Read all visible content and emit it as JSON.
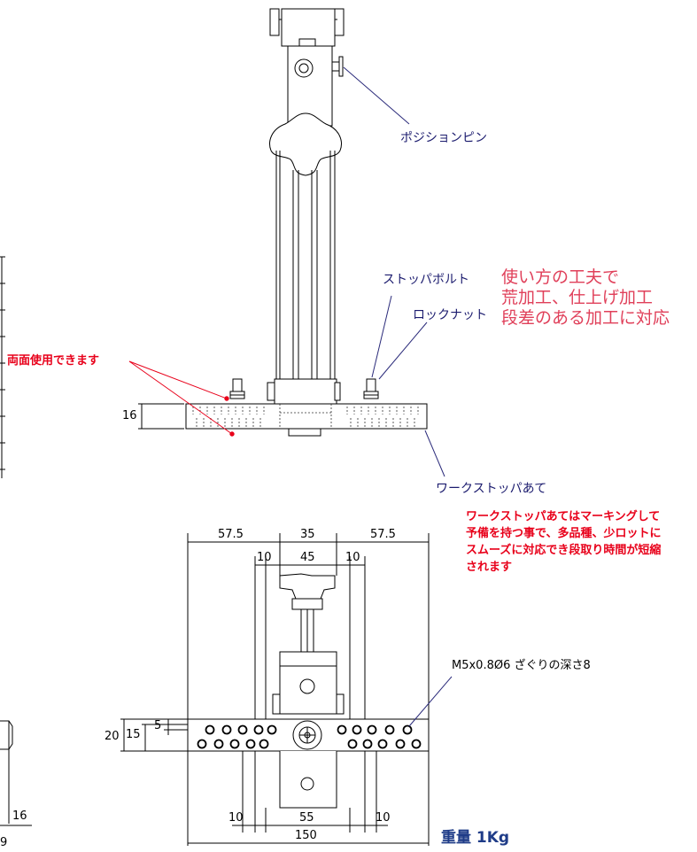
{
  "callouts": {
    "position_pin": "ポジションピン",
    "stopper_bolt": "ストッパボルト",
    "lock_nut": "ロックナット",
    "work_stopper": "ワークストッパあて",
    "both_sides": "両面使用できます",
    "counterbore_spec": "M5x0.8Ø6 ざぐりの深さ8"
  },
  "tips": {
    "lines": [
      "使い方の工夫で",
      "荒加工、仕上げ加工",
      "段差のある加工に対応"
    ]
  },
  "note": {
    "lines": [
      "ワークストッパあてはマーキングして",
      "予備を持つ事で、多品種、少ロットに",
      "スムーズに対応でき段取り時間が短縮",
      "されます"
    ]
  },
  "dimensions": {
    "side_thickness": "16",
    "top_left": "57.5",
    "top_center": "35",
    "top_right": "57.5",
    "inner_left": "10",
    "inner_center": "45",
    "inner_right": "10",
    "height_20": "20",
    "height_15": "15",
    "height_5": "5",
    "bottom_left": "10",
    "bottom_center": "55",
    "bottom_right": "10",
    "overall_width": "150",
    "edge_16": "16",
    "edge_9": "9"
  },
  "weight": "重量 1Kg"
}
